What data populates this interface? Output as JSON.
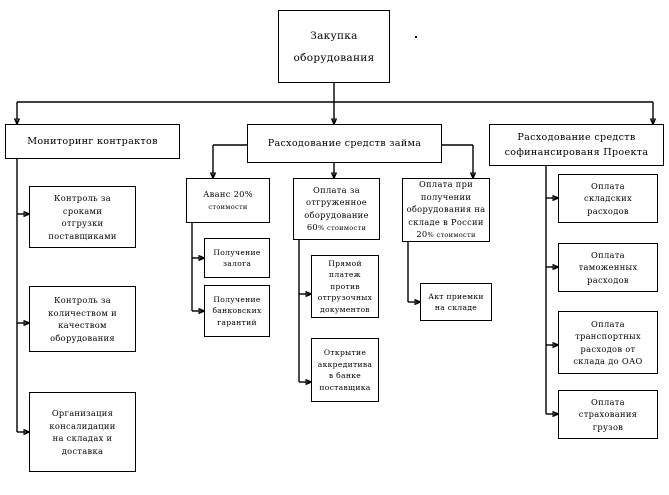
{
  "diagram": {
    "title": "Закупка оборудования",
    "root": {
      "id": "root",
      "lines": [
        "Закупка",
        "оборудования"
      ]
    },
    "branches": [
      {
        "id": "monitoring",
        "lines": [
          "Мониторинг контрактов"
        ],
        "children": [
          {
            "id": "control-shipping-terms",
            "lines": [
              "Контроль за",
              "сроками",
              "отгрузки",
              "поставщиками"
            ]
          },
          {
            "id": "control-quantity-quality",
            "lines": [
              "Контроль за",
              "количеством и",
              "качеством",
              "оборудования"
            ]
          },
          {
            "id": "consolidation-delivery",
            "lines": [
              "Организация",
              "консалидации",
              "на складах и",
              "доставка"
            ]
          }
        ]
      },
      {
        "id": "loan-funds",
        "lines": [
          "Расходование средств займа"
        ],
        "children": [
          {
            "id": "advance-20",
            "lines": [
              "Аванс 20%"
            ],
            "percent_line": "стоимости",
            "subchildren": [
              {
                "id": "receive-pledge",
                "lines": [
                  "Получение",
                  "залога"
                ]
              },
              {
                "id": "receive-bank-guarantees",
                "lines": [
                  "Получение",
                  "банковских",
                  "гарантий"
                ]
              }
            ]
          },
          {
            "id": "payment-shipped-equipment",
            "lines": [
              "Оплата за",
              "отгруженное",
              "оборудование"
            ],
            "percent_prefix": "60",
            "percent_line": "% стоимости",
            "subchildren": [
              {
                "id": "direct-payment-docs",
                "lines": [
                  "Прямой",
                  "платеж",
                  "против",
                  "отгрузочных",
                  "документов"
                ]
              },
              {
                "id": "open-letter-of-credit",
                "lines": [
                  "Открытие",
                  "аккредитива",
                  "в банке",
                  "поставщика"
                ]
              }
            ]
          },
          {
            "id": "payment-on-receipt-russia",
            "lines": [
              "Оплата при",
              "получении",
              "оборудования на",
              "складе в России"
            ],
            "percent_prefix": "20",
            "percent_line": "% стоимости",
            "subchildren": [
              {
                "id": "warehouse-acceptance-act",
                "lines": [
                  "Акт приемки",
                  "на складе"
                ]
              }
            ]
          }
        ]
      },
      {
        "id": "cofinancing-funds",
        "lines": [
          "Расходование средств",
          "софинансированя Проекта"
        ],
        "children": [
          {
            "id": "warehouse-costs",
            "lines": [
              "Оплата",
              "складских",
              "расходов"
            ]
          },
          {
            "id": "customs-costs",
            "lines": [
              "Оплата",
              "таможенных",
              "расходов"
            ]
          },
          {
            "id": "transport-costs",
            "lines": [
              "Оплата",
              "транспортных",
              "расходов от",
              "склада до ОАО"
            ]
          },
          {
            "id": "cargo-insurance",
            "lines": [
              "Оплата",
              "страхования",
              "грузов"
            ]
          }
        ]
      }
    ],
    "colors": {
      "stroke": "#000000",
      "background": "#ffffff"
    }
  }
}
